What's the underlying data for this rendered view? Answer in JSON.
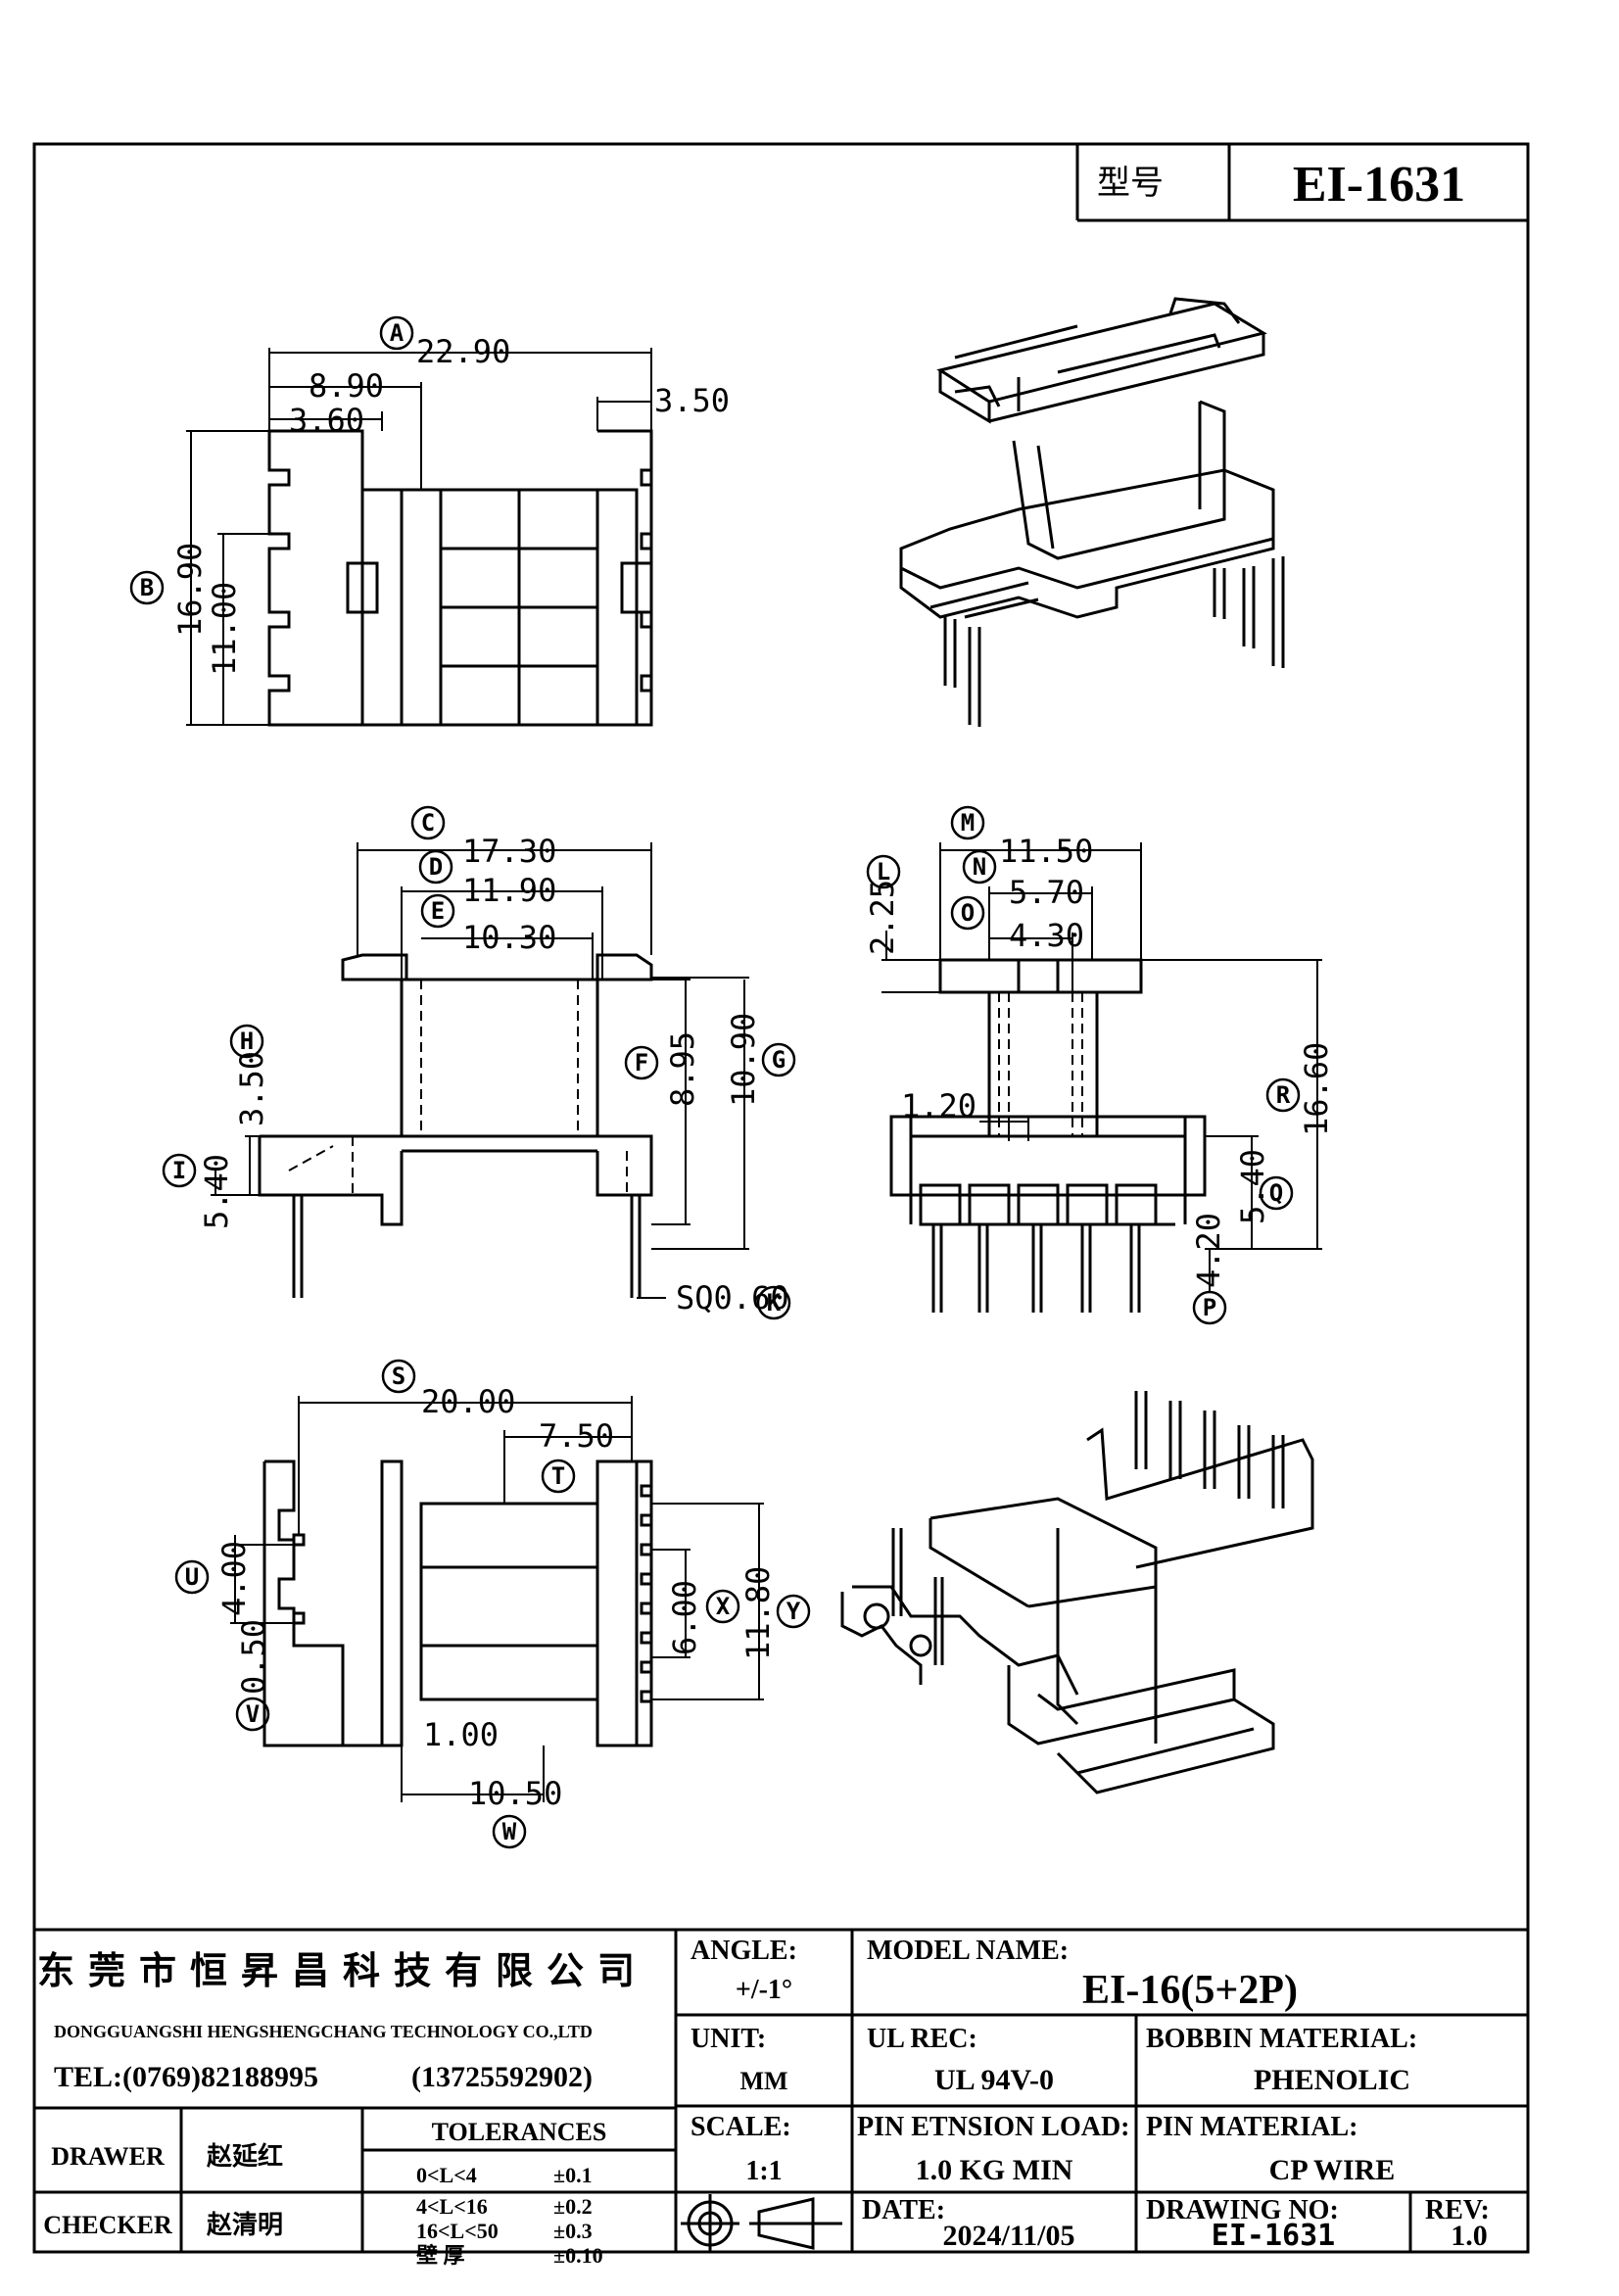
{
  "model_box": {
    "label": "型号",
    "value": "EI-1631"
  },
  "top_view": {
    "dims": {
      "A": "22.90",
      "w1": "8.90",
      "w2": "3.60",
      "w3": "3.50",
      "B": "16.90",
      "h2": "11.00"
    }
  },
  "front_view": {
    "dims": {
      "C": "17.30",
      "D": "11.90",
      "E": "10.30",
      "F": "8.95",
      "G": "10.90",
      "H": "3.50",
      "I": "5.40",
      "K": "SQ0.60"
    }
  },
  "side_view": {
    "dims": {
      "L": "2.25",
      "M": "11.50",
      "N": "5.70",
      "O": "4.30",
      "pin_w": "1.20",
      "R": "16.60",
      "Q": "5.40",
      "P": "4.20"
    }
  },
  "bottom_view": {
    "dims": {
      "S": "20.00",
      "T": "7.50",
      "U": "4.00",
      "V": "0.50",
      "X": "6.00",
      "Y": "11.80",
      "wall": "1.00",
      "W": "10.50"
    }
  },
  "circle_labels": [
    "A",
    "B",
    "C",
    "D",
    "E",
    "F",
    "G",
    "H",
    "I",
    "K",
    "L",
    "M",
    "N",
    "O",
    "P",
    "Q",
    "R",
    "S",
    "T",
    "U",
    "V",
    "W",
    "X",
    "Y"
  ],
  "title_block": {
    "company_cn": "东莞市恒昇昌科技有限公司",
    "company_en": "DONGGUANGSHI HENGSHENGCHANG TECHNOLOGY CO.,LTD",
    "tel": "TEL:(0769)82188995",
    "mobile": "(13725592902)",
    "angle_label": "ANGLE:",
    "angle_value": "+/-1°",
    "model_name_label": "MODEL NAME:",
    "model_name_value": "EI-16(5+2P)",
    "unit_label": "UNIT:",
    "unit_value": "MM",
    "ul_label": "UL REC:",
    "ul_value": "UL 94V-0",
    "bobbin_label": "BOBBIN MATERIAL:",
    "bobbin_value": "PHENOLIC",
    "drawer_label": "DRAWER",
    "drawer_value": "赵延红",
    "tolerances_label": "TOLERANCES",
    "tolerances": [
      {
        "range": "0<L<4",
        "value": "±0.1"
      },
      {
        "range": "4<L<16",
        "value": "±0.2"
      },
      {
        "range": "16<L<50",
        "value": "±0.3"
      },
      {
        "range": "壁 厚",
        "value": "±0.10"
      }
    ],
    "scale_label": "SCALE:",
    "scale_value": "1:1",
    "pin_load_label": "PIN ETNSION LOAD:",
    "pin_load_value": "1.0 KG MIN",
    "pin_material_label": "PIN MATERIAL:",
    "pin_material_value": "CP WIRE",
    "checker_label": "CHECKER",
    "checker_value": "赵清明",
    "date_label": "DATE:",
    "date_value": "2024/11/05",
    "drawing_no_label": "DRAWING NO:",
    "drawing_no_value": "EI-1631",
    "rev_label": "REV:",
    "rev_value": "1.0"
  }
}
